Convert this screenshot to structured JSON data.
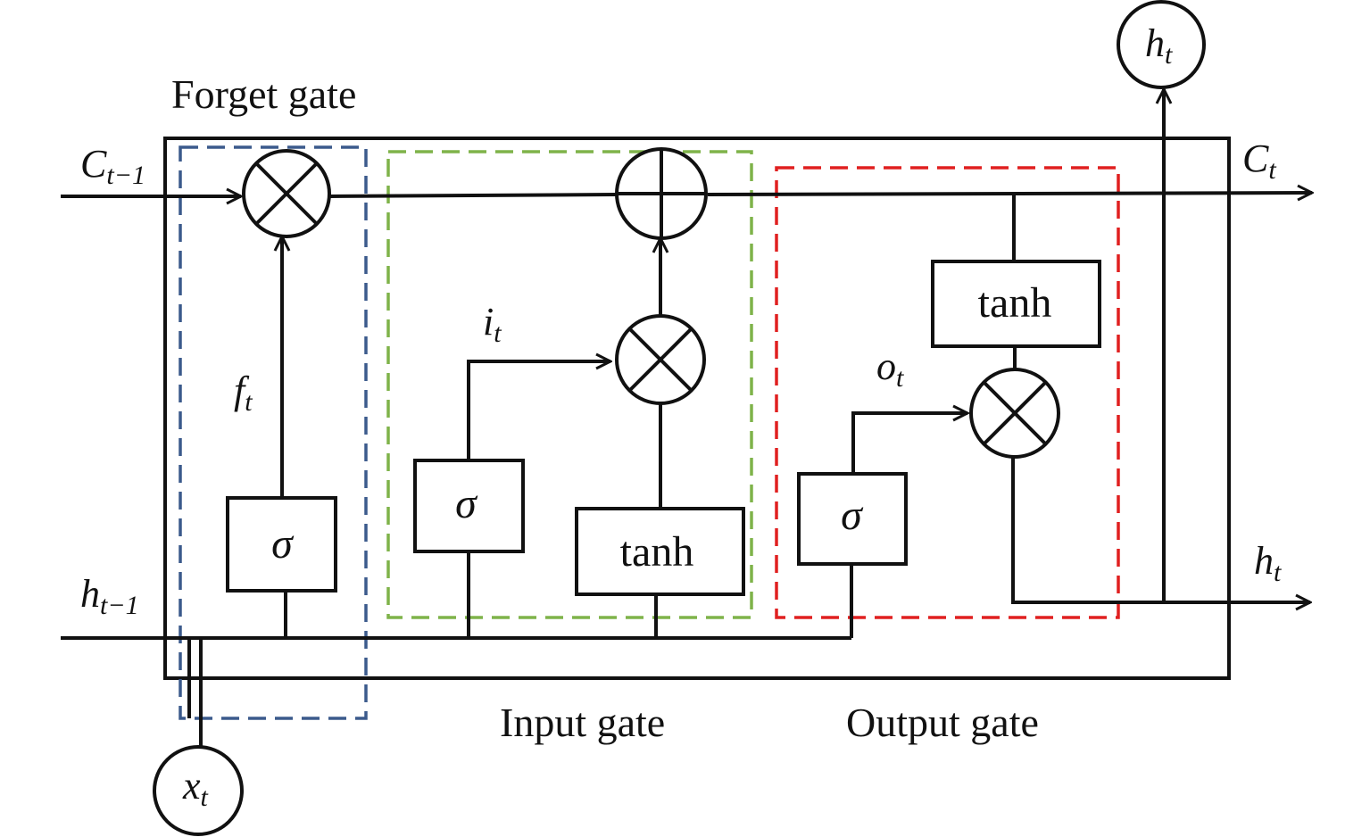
{
  "labels": {
    "forget_gate": "Forget gate",
    "input_gate": "Input gate",
    "output_gate": "Output gate"
  },
  "variables": {
    "c_prev": {
      "main": "C",
      "sub": "t−1"
    },
    "c_t": {
      "main": "C",
      "sub": "t"
    },
    "h_prev": {
      "main": "h",
      "sub": "t−1"
    },
    "h_t_right": {
      "main": "h",
      "sub": "t"
    },
    "h_t_top": {
      "main": "h",
      "sub": "t"
    },
    "x_t": {
      "main": "x",
      "sub": "t"
    },
    "f_t": {
      "main": "f",
      "sub": "t"
    },
    "i_t": {
      "main": "i",
      "sub": "t"
    },
    "o_t": {
      "main": "o",
      "sub": "t"
    }
  },
  "ops": {
    "sigma_forget": "σ",
    "sigma_input": "σ",
    "tanh_input": "tanh",
    "sigma_output": "σ",
    "tanh_output": "tanh"
  },
  "colors": {
    "line": "#111111",
    "forget_gate_border": "#3b5a8c",
    "input_gate_border": "#7fb34a",
    "output_gate_border": "#e02020"
  }
}
